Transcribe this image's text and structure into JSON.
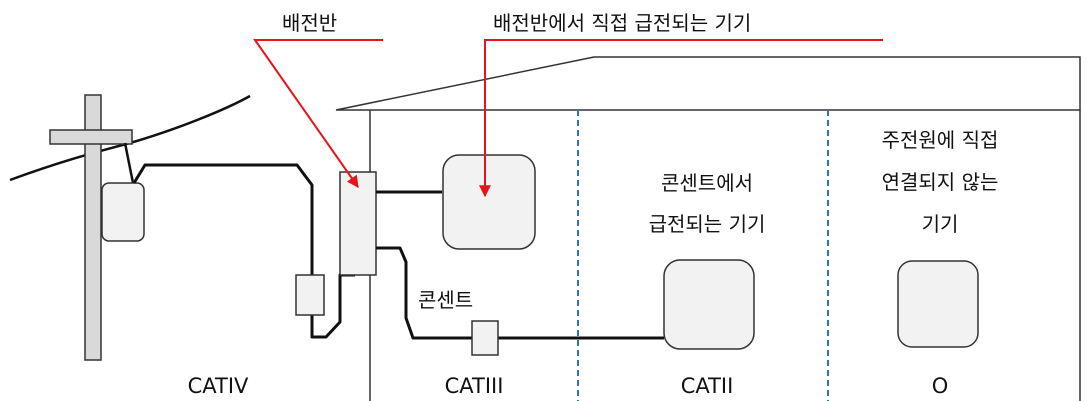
{
  "callouts": {
    "panel": "배전반",
    "panel_direct": "배전반에서 직접 급전되는 기기"
  },
  "zones": {
    "outlet_label": "콘센트",
    "outlet_devices": [
      "콘센트에서",
      "급전되는 기기"
    ],
    "no_mains": [
      "주전원에 직접",
      "연결되지 않는",
      "기기"
    ]
  },
  "categories": [
    "CATIV",
    "CATIII",
    "CATII",
    "O"
  ],
  "colors": {
    "callout": "#e8141c",
    "divider": "#2e75b6",
    "device_fill": "#f2f2f2",
    "pole_fill": "#d9d9d9",
    "line": "#111111"
  },
  "icons": [
    "utility-pole",
    "power-line",
    "meter-box",
    "distribution-panel",
    "outlet",
    "device-box"
  ]
}
